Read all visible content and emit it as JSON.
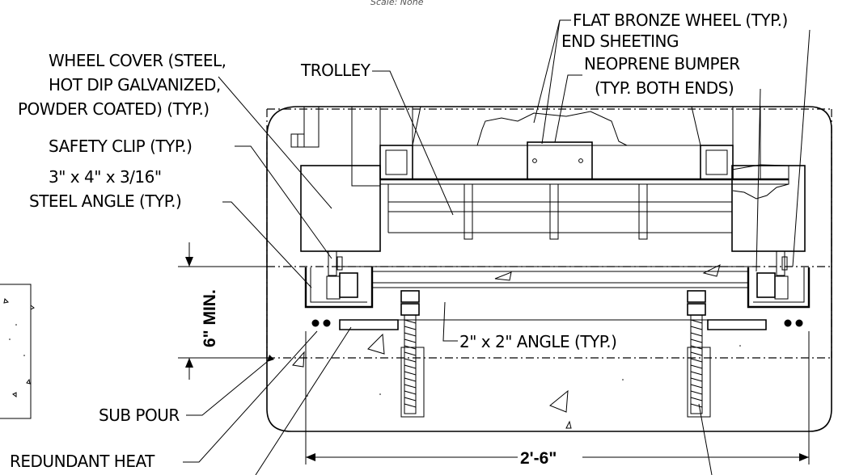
{
  "header": {
    "scale": "Scale: None"
  },
  "labels": {
    "flat_bronze_wheel": "FLAT BRONZE WHEEL (TYP.)",
    "end_sheeting": "END SHEETING",
    "neoprene_bumper_1": "NEOPRENE BUMPER",
    "neoprene_bumper_2": "(TYP. BOTH ENDS)",
    "trolley": "TROLLEY",
    "wheel_cover_1": "WHEEL COVER (STEEL,",
    "wheel_cover_2": "HOT DIP GALVANIZED,",
    "wheel_cover_3": "POWDER COATED) (TYP.)",
    "safety_clip": "SAFETY CLIP (TYP.)",
    "steel_angle_1": "3\" x 4\" x 3/16\"",
    "steel_angle_2": "STEEL ANGLE (TYP.)",
    "two_inch_angle": "2\" x 2\" ANGLE (TYP.)",
    "sub_pour": "SUB POUR",
    "redundant_heat": "REDUNDANT HEAT"
  },
  "dimensions": {
    "min_depth": "6\" MIN.",
    "width": "2'-6\""
  }
}
